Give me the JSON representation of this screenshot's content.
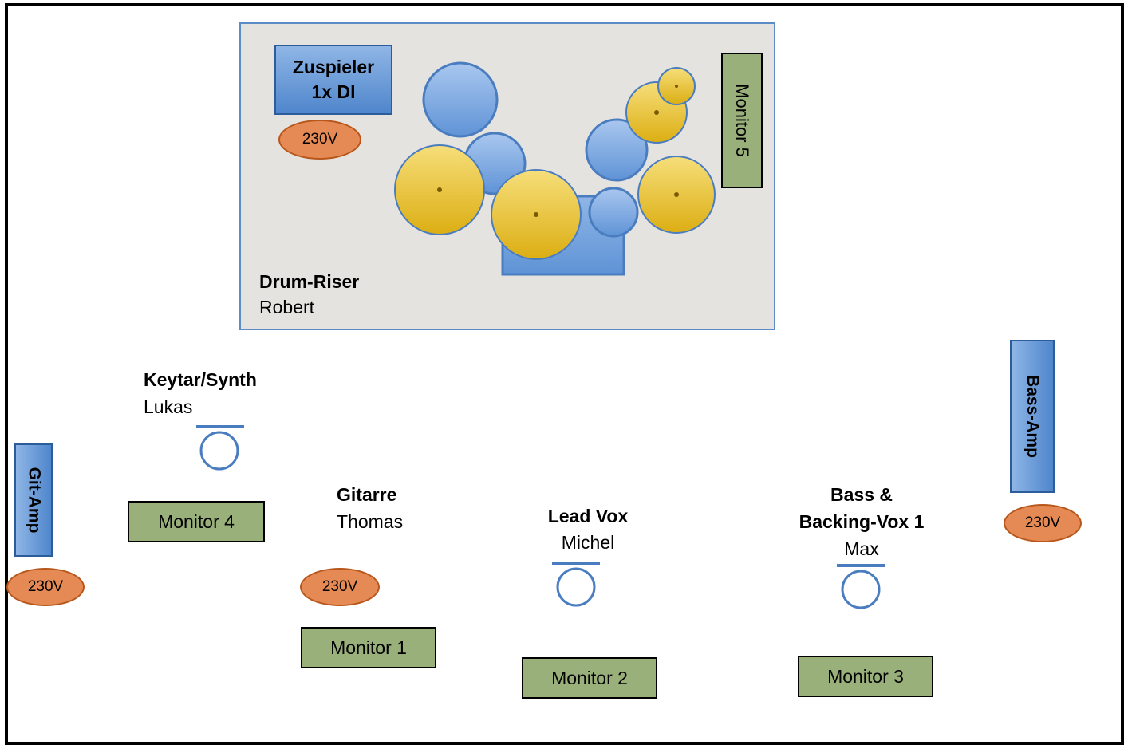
{
  "drum_riser": {
    "title": "Drum-Riser",
    "person": "Robert",
    "playback": {
      "line1": "Zuspieler",
      "line2": "1x DI"
    },
    "power": "230V",
    "monitor": "Monitor 5"
  },
  "keytar": {
    "title": "Keytar/Synth",
    "person": "Lukas",
    "monitor": "Monitor 4"
  },
  "guitar": {
    "title": "Gitarre",
    "person": "Thomas",
    "power": "230V",
    "monitor": "Monitor 1",
    "amp": "Git-Amp",
    "amp_power": "230V"
  },
  "lead_vox": {
    "title": "Lead Vox",
    "person": "Michel",
    "monitor": "Monitor 2"
  },
  "bass": {
    "title_line1": "Bass &",
    "title_line2": "Backing-Vox 1",
    "person": "Max",
    "monitor": "Monitor 3",
    "amp": "Bass-Amp",
    "amp_power": "230V"
  },
  "colors": {
    "drum_blue": "#6f9fdc",
    "cymbal_gold": "#e6bf2e",
    "monitor_green": "#9ab07b",
    "power_orange": "#e68a55",
    "riser_gray": "#e5e3df"
  },
  "icons": [
    "drum-icon",
    "cymbal-icon",
    "microphone-icon"
  ]
}
